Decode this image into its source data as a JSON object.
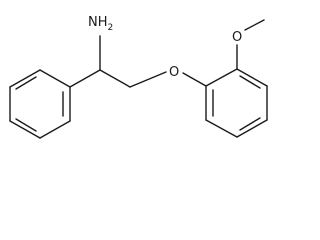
{
  "molecule": {
    "amine_label": "NH",
    "amine_subscript": "2",
    "ether_oxygen_label": "O"
  }
}
